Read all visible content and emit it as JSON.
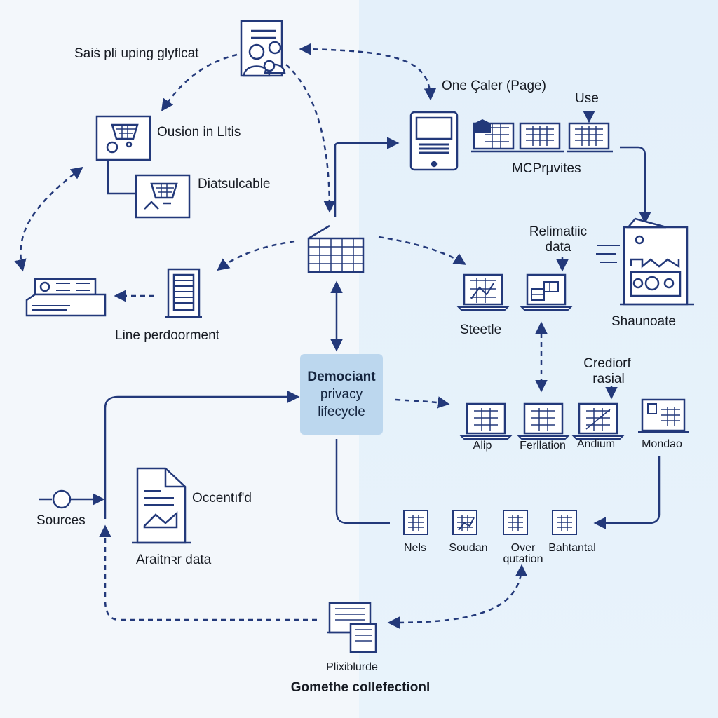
{
  "colors": {
    "stroke": "#23397a",
    "hub_fill": "#bcd7ee",
    "bg_left": "#f3f7fb",
    "bg_right": "#e4f0fa"
  },
  "hub": {
    "line1": "Demociant",
    "line2": "privacy",
    "line3": "lifecycle"
  },
  "labels": {
    "top_left": "Saiṡ pli uping glyflcat",
    "one_caler": "One Çaler (Page)",
    "use": "Use",
    "mcp": "MCPrµvites",
    "ousion": "Ousion in Lltis",
    "diatsulcable": "Diatsulcable",
    "relimatic_1": "Relimatiic",
    "relimatic_2": "data",
    "shaunoate": "Shaunoate",
    "steetle": "Steetle",
    "line_perd": "Line perdoorment",
    "crediorf_1": "Crediorf",
    "crediorf_2": "rasial",
    "alip": "Alip",
    "ferllation": "Ferllation",
    "andium": "Andium",
    "mondao": "Mondao",
    "sources": "Sources",
    "occentifd": "Occentıf'd",
    "araitnor": "Araitnꝛr data",
    "nels": "Nels",
    "soudan": "Soudan",
    "over_q_1": "Over",
    "over_q_2": "qutation",
    "bahtantal": "Bahtantal",
    "plixiblurde": "Plixiblurde",
    "footer": "Gomethe collefectionl"
  },
  "icons": [
    "people-document-icon",
    "shopping-cart-icon",
    "shopping-cart-icon",
    "tablet-icon",
    "table-grid-icon",
    "server-rack-icon",
    "server-device-icon",
    "spreadsheet-icon",
    "monitor-chart-icon",
    "factory-icon",
    "document-chart-icon",
    "source-node-icon",
    "desktop-icon"
  ]
}
